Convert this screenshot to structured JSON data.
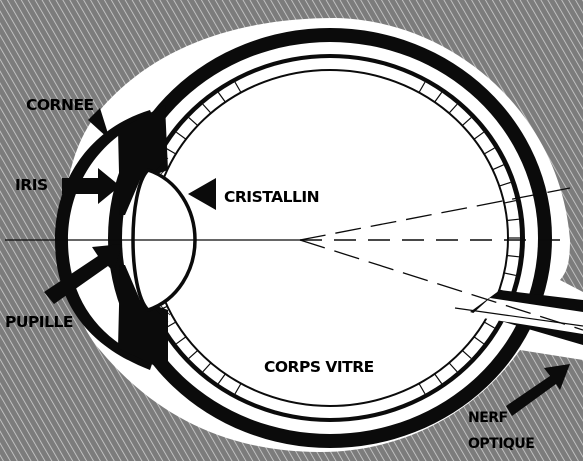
{
  "diagram": {
    "labels": {
      "cornea": "CORNEE",
      "iris": "IRIS",
      "lens": "CRISTALLIN",
      "pupil": "PUPILLE",
      "vitreous": "CORPS VITRE",
      "optic_nerve_line1": "NERF",
      "optic_nerve_line2": "OPTIQUE"
    }
  }
}
